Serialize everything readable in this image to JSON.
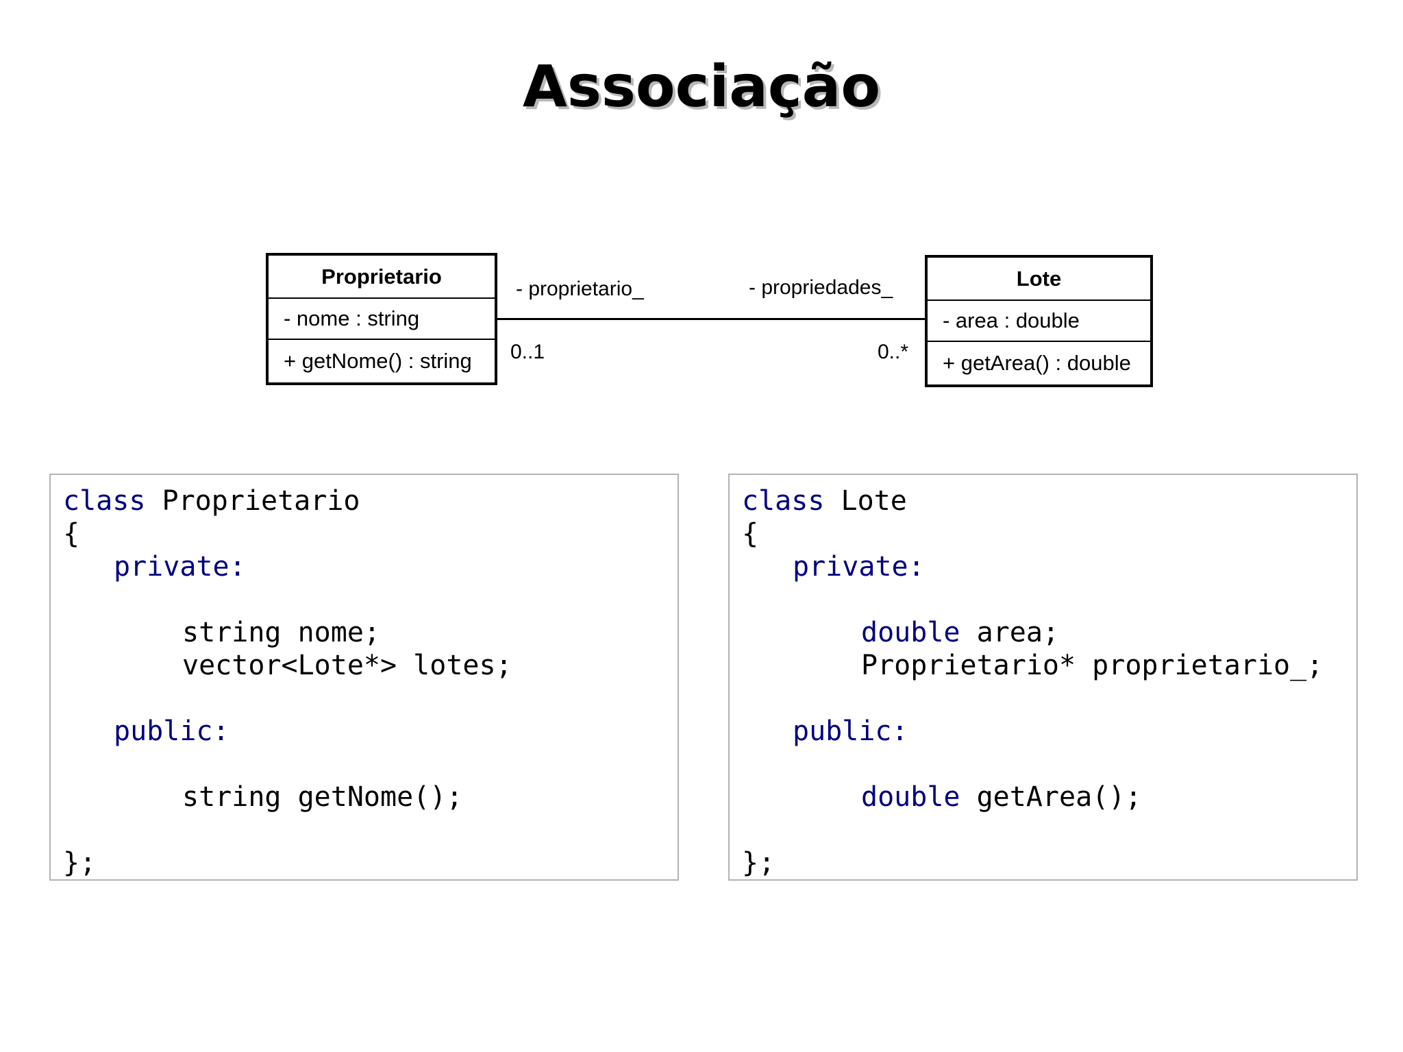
{
  "title": "Associação",
  "uml": {
    "class_left": {
      "name": "Proprietario",
      "attribute": "- nome : string",
      "operation": "+ getNome() : string"
    },
    "class_right": {
      "name": "Lote",
      "attribute": "- area : double",
      "operation": "+ getArea() : double"
    },
    "association": {
      "role_left": "- proprietario_",
      "role_right": "- propriedades_",
      "multiplicity_left": "0..1",
      "multiplicity_right": "0..*"
    }
  },
  "code_left": {
    "l1_kw": "class",
    "l1_rest": " Proprietario",
    "l2": "{",
    "l3_kw": "private:",
    "l4": "string nome;",
    "l5": "vector<Lote*> lotes;",
    "l6_kw": "public:",
    "l7": "string getNome();",
    "l8": "};"
  },
  "code_right": {
    "l1_kw": "class",
    "l1_rest": " Lote",
    "l2": "{",
    "l3_kw": "private:",
    "l4_kw": "double",
    "l4_rest": " area;",
    "l5": "Proprietario* proprietario_;",
    "l6_kw": "public:",
    "l7_kw": "double",
    "l7_rest": " getArea();",
    "l8": "};"
  },
  "colors": {
    "keyword": "#000080",
    "text": "#000000",
    "code_border": "#b3b3b3"
  }
}
